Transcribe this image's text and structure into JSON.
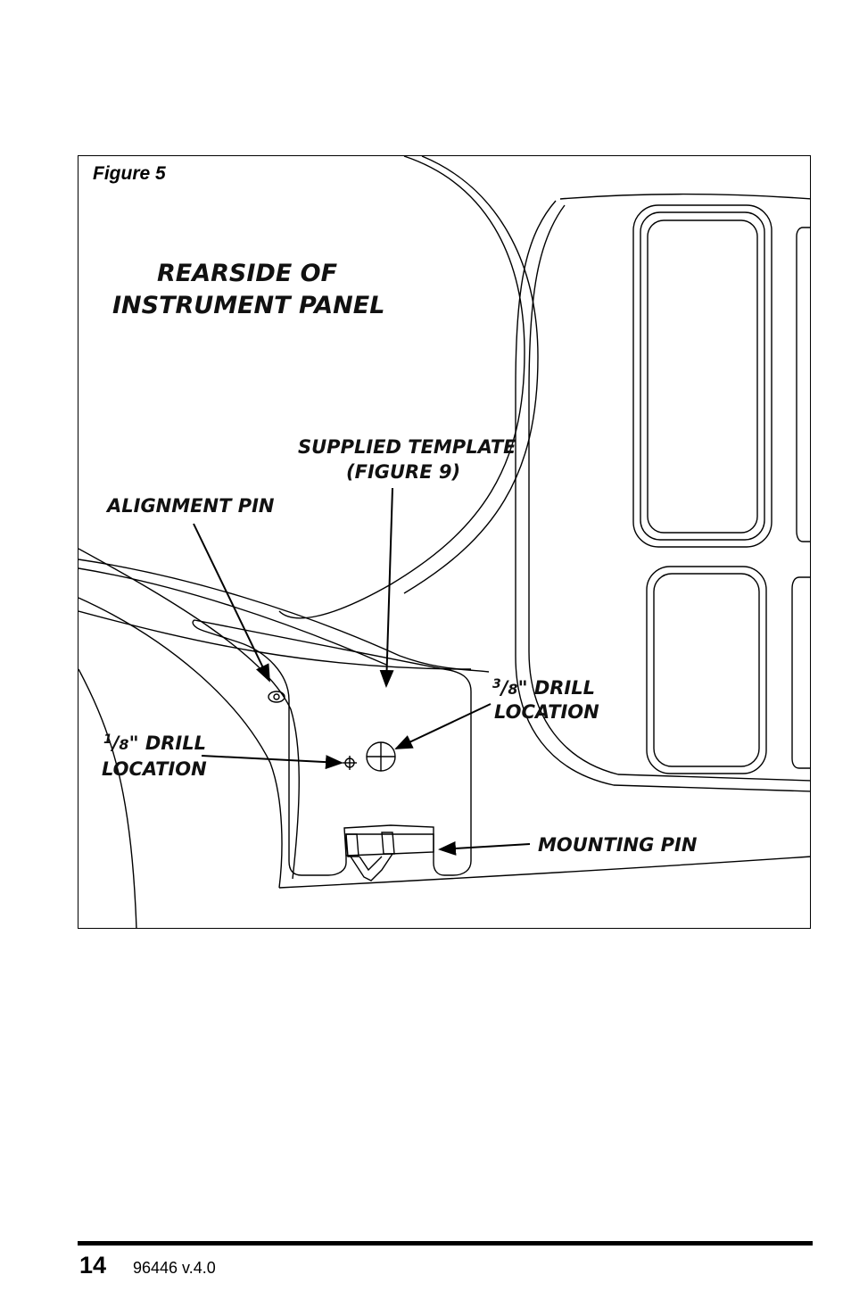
{
  "figure": {
    "label": "Figure 5",
    "title_line1": "REARSIDE OF",
    "title_line2": "INSTRUMENT PANEL",
    "callouts": {
      "template_line1": "SUPPLIED TEMPLATE",
      "template_line2": "(FIGURE 9)",
      "alignment_pin": "ALIGNMENT PIN",
      "drill_38_num": "3",
      "drill_38_den": "8",
      "drill_38_rest": "\" DRILL",
      "drill_38_line2": "LOCATION",
      "drill_18_num": "1",
      "drill_18_den": "8",
      "drill_18_rest": "\" DRILL",
      "drill_18_line2": "LOCATION",
      "mounting_pin": "MOUNTING PIN"
    }
  },
  "footer": {
    "page_number": "14",
    "doc_version": "96446 v.4.0"
  }
}
